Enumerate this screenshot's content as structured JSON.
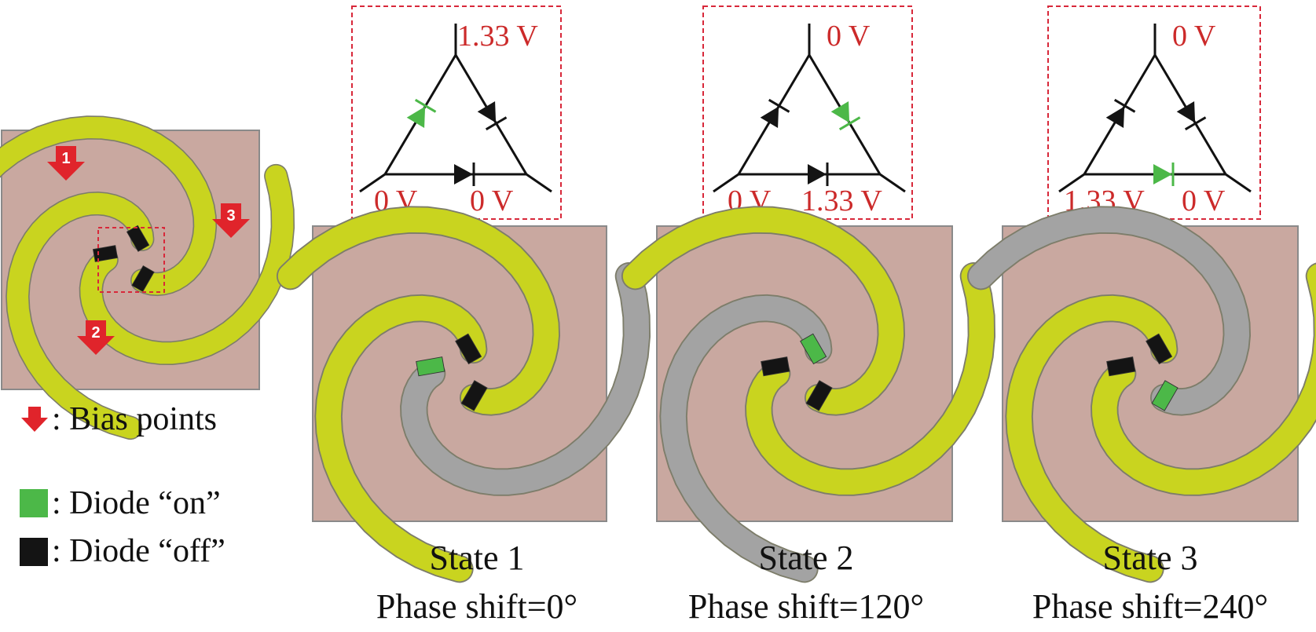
{
  "colors": {
    "substrate": "#c9a8a0",
    "substrate_border": "#8a8a8a",
    "arm_active": "#c9d41f",
    "arm_inactive": "#a3a3a3",
    "arm_outline": "#7d7d6a",
    "diode_on": "#4cb848",
    "diode_off": "#141414",
    "bias_arrow": "#e0242b",
    "voltage_text": "#cc2a2a",
    "dashed_box": "#d8283a",
    "circuit_line": "#111111"
  },
  "legend": {
    "bias_points": ": Bias points",
    "diode_on": ": Diode “on”",
    "diode_off": ": Diode “off”"
  },
  "bias_markers": [
    "1",
    "2",
    "3"
  ],
  "states": [
    {
      "title": "State 1",
      "phase": "Phase shift=0°",
      "v_top": "1.33 V",
      "v_left": "0 V",
      "v_right": "0 V",
      "circuit_diodes": [
        "on",
        "off",
        "off"
      ],
      "arms": [
        "active",
        "inactive",
        "active"
      ],
      "cell_diodes": [
        "on",
        "off",
        "off"
      ]
    },
    {
      "title": "State 2",
      "phase": "Phase shift=120°",
      "v_top": "0 V",
      "v_left": "0 V",
      "v_right": "1.33 V",
      "circuit_diodes": [
        "off",
        "on",
        "off"
      ],
      "arms": [
        "inactive",
        "active",
        "active"
      ],
      "cell_diodes": [
        "off",
        "on",
        "off"
      ]
    },
    {
      "title": "State 3",
      "phase": "Phase shift=240°",
      "v_top": "0 V",
      "v_left": "1.33 V",
      "v_right": "0 V",
      "circuit_diodes": [
        "off",
        "off",
        "on"
      ],
      "arms": [
        "active",
        "active",
        "inactive"
      ],
      "cell_diodes": [
        "off",
        "off",
        "on"
      ]
    }
  ]
}
